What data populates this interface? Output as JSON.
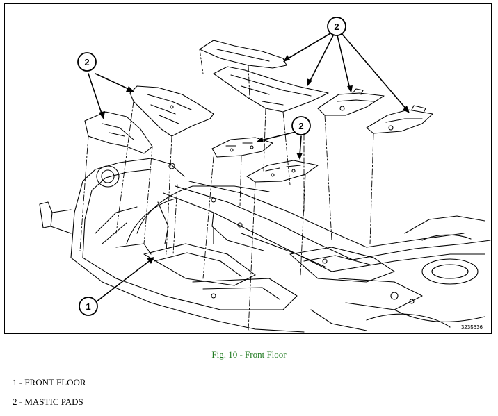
{
  "figure": {
    "id_code": "3235636",
    "callouts": [
      {
        "label": "2"
      },
      {
        "label": "2"
      },
      {
        "label": "2"
      },
      {
        "label": "1"
      }
    ]
  },
  "caption": "Fig. 10 - Front Floor",
  "legend": [
    {
      "text": "1 - FRONT FLOOR"
    },
    {
      "text": "2 - MASTIC PADS"
    }
  ],
  "colors": {
    "caption": "#1f7a1f",
    "line": "#000000"
  }
}
